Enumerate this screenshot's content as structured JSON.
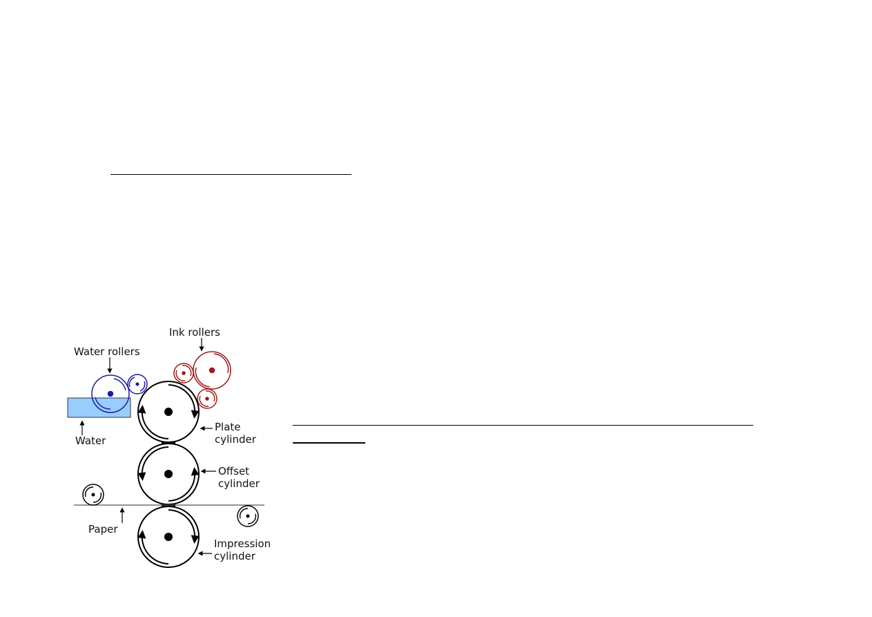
{
  "diagram": {
    "labels": {
      "ink_rollers": "Ink rollers",
      "water_rollers": "Water rollers",
      "water": "Water",
      "plate_1": "Plate",
      "plate_2": "cylinder",
      "offset_1": "Offset",
      "offset_2": "cylinder",
      "paper": "Paper",
      "impression_1": "Impression",
      "impression_2": "cylinder"
    },
    "colors": {
      "water_roller": "#1a1aa8",
      "ink_roller": "#a01818",
      "water_fill": "#99ccff",
      "cylinder": "#000000"
    }
  }
}
